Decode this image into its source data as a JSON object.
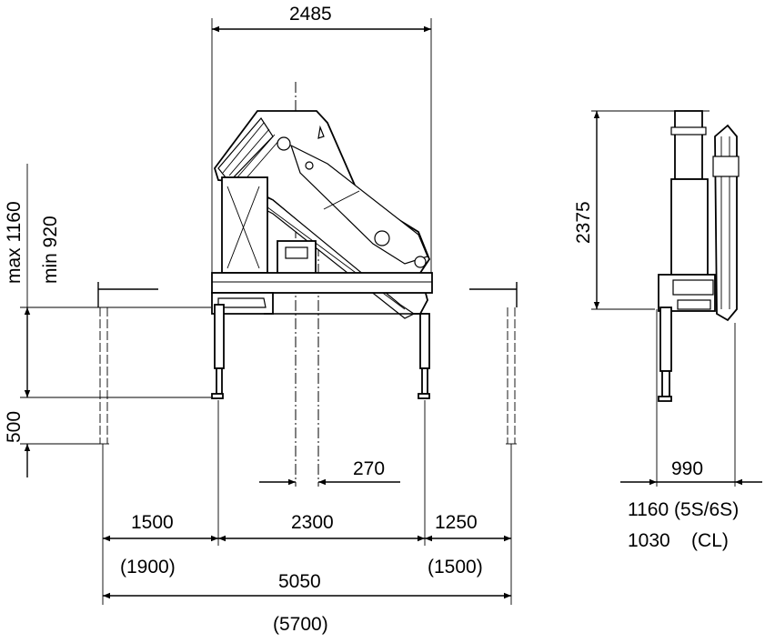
{
  "dimensions": {
    "top_width": "2485",
    "outrigger_max_min": "max 1160",
    "outrigger_min": "min 920",
    "stroke": "500",
    "offset": "270",
    "left_span": "1500",
    "left_span_alt": "(1900)",
    "center_span": "2300",
    "right_span": "1250",
    "right_span_alt": "(1500)",
    "total_span": "5050",
    "total_span_alt": "(5700)",
    "side_height": "2375",
    "side_width": "990",
    "side_note_1": "1160 (5S/6S)",
    "side_note_2": "1030    (CL)"
  },
  "colors": {
    "line": "#000000",
    "background": "#ffffff"
  }
}
